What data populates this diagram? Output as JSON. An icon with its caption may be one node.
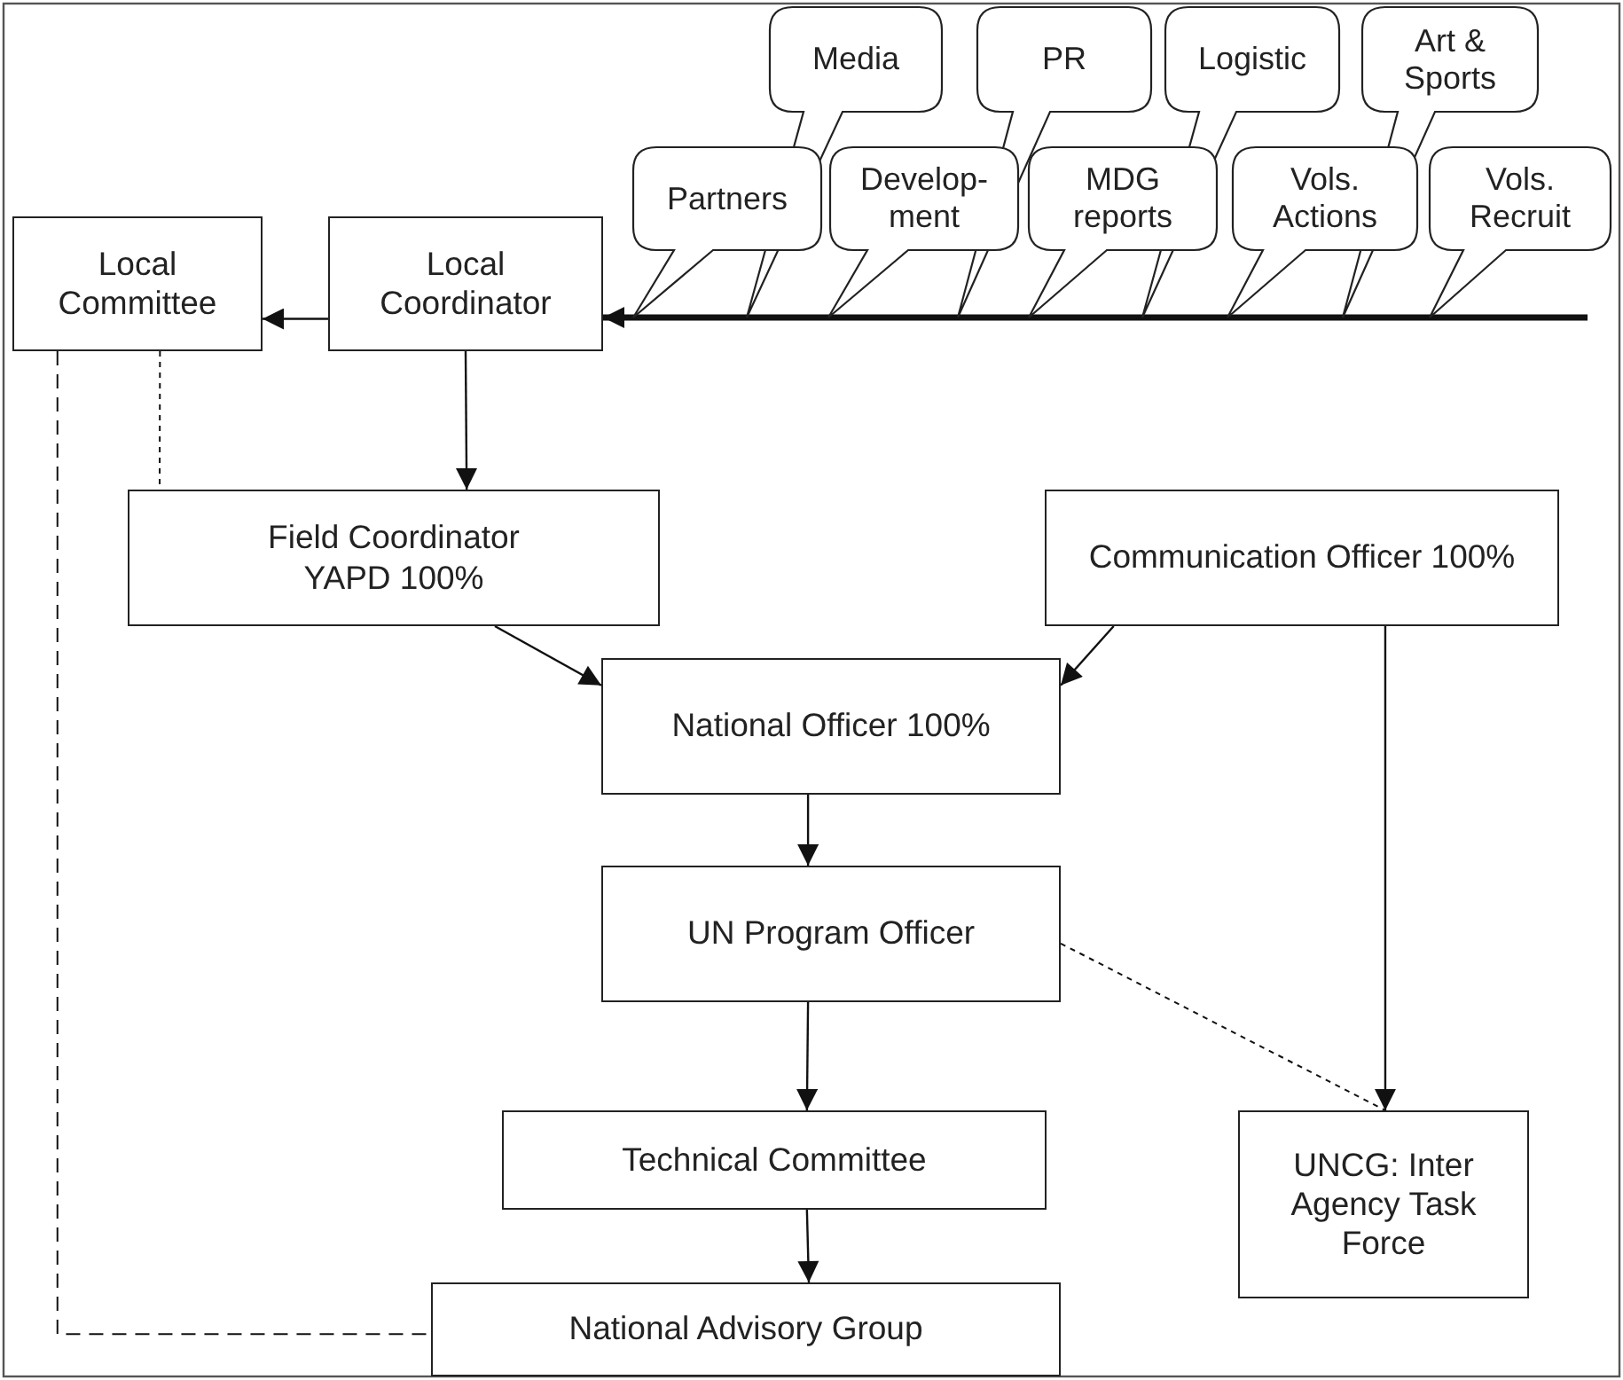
{
  "diagram": {
    "nodes": [
      {
        "text": [
          "Local Committee"
        ]
      },
      {
        "text": [
          "Local Coordinator"
        ]
      },
      {
        "text": [
          "Media"
        ]
      },
      {
        "text": [
          "PR"
        ]
      },
      {
        "text": [
          "Logistic"
        ]
      },
      {
        "text": [
          "Art & Sports"
        ]
      },
      {
        "text": [
          "Partners"
        ]
      },
      {
        "text": [
          "Develop- ment"
        ]
      },
      {
        "text": [
          "MDG reports"
        ]
      },
      {
        "text": [
          "Vols. Actions"
        ]
      },
      {
        "text": [
          "Vols. Recruit"
        ]
      },
      {
        "text": [
          "Field Coordinator YAPD 100%"
        ]
      },
      {
        "text": [
          "Communication Officer 100%"
        ]
      },
      {
        "text": [
          "National Officer 100%"
        ]
      },
      {
        "text": [
          "UN Program Officer"
        ]
      },
      {
        "text": [
          "Technical Committee"
        ]
      },
      {
        "text": [
          "UNCG: Inter Agency Task Force"
        ]
      },
      {
        "text": [
          "National Advisory Group"
        ]
      }
    ],
    "edges": [
      {
        "from": 1,
        "to": 0,
        "arrow": "to"
      },
      {
        "from": null,
        "to": 1,
        "arrow": "to",
        "style": "thick"
      },
      {
        "from": 1,
        "to": 11,
        "arrow": "to"
      },
      {
        "from": 0,
        "to": 11,
        "arrow": "none",
        "style": "dashed"
      },
      {
        "from": 11,
        "to": 13,
        "arrow": "to"
      },
      {
        "from": 12,
        "to": 13,
        "arrow": "to"
      },
      {
        "from": 13,
        "to": 14,
        "arrow": "to"
      },
      {
        "from": 14,
        "to": 15,
        "arrow": "to"
      },
      {
        "from": 15,
        "to": 17,
        "arrow": "to"
      },
      {
        "from": 12,
        "to": 16,
        "arrow": "to"
      },
      {
        "from": 14,
        "to": 16,
        "arrow": "none",
        "style": "dashed"
      },
      {
        "from": 0,
        "to": 17,
        "arrow": "none",
        "style": "dashed"
      }
    ]
  }
}
